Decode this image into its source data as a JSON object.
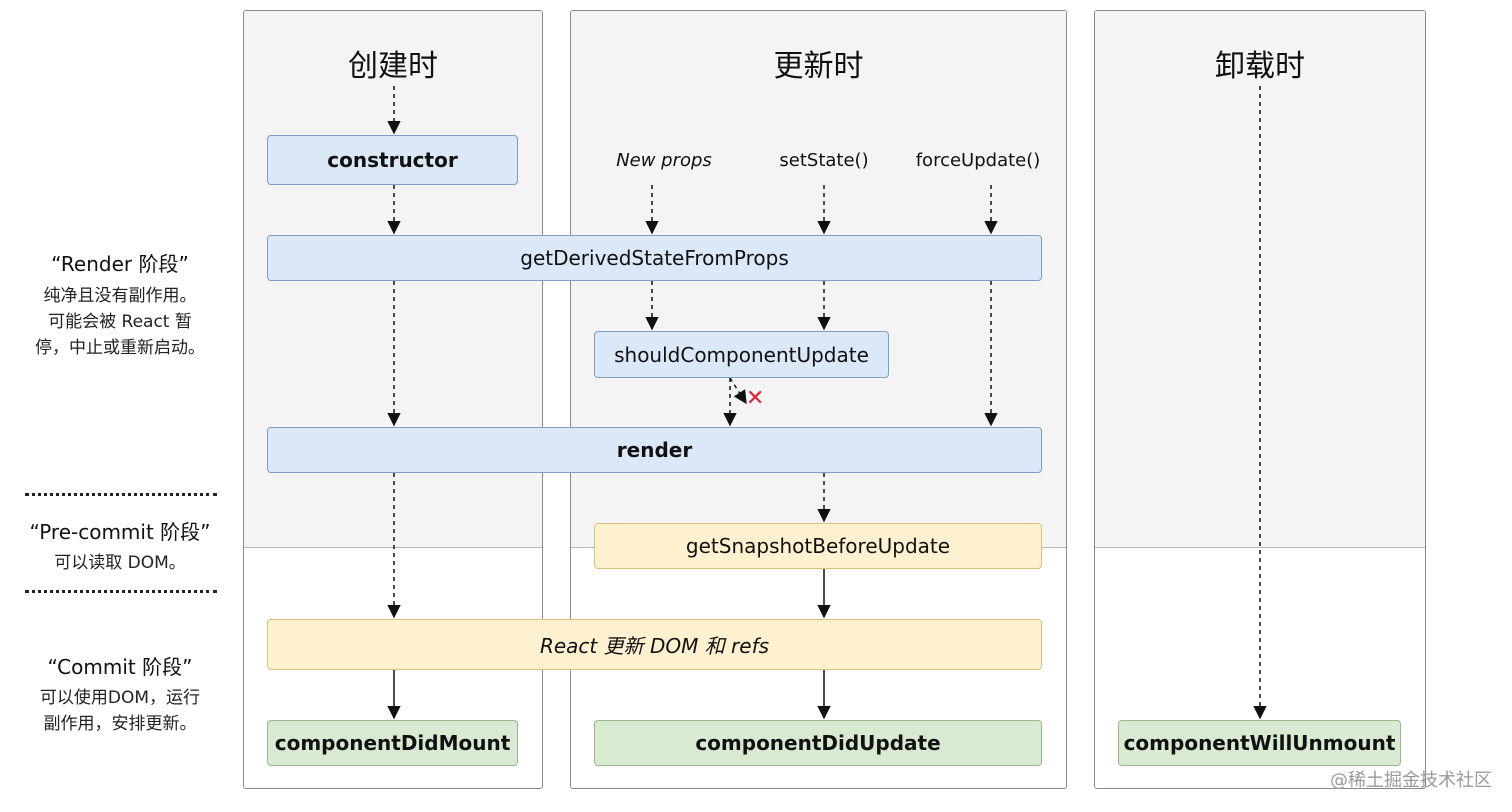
{
  "columns": {
    "mount": {
      "title": "创建时"
    },
    "update": {
      "title": "更新时"
    },
    "unmount": {
      "title": "卸载时"
    }
  },
  "triggers": {
    "new_props": "New props",
    "set_state": "setState()",
    "force_update": "forceUpdate()"
  },
  "boxes": {
    "constructor": "constructor",
    "get_derived_state": "getDerivedStateFromProps",
    "should_update": "shouldComponentUpdate",
    "render": "render",
    "get_snapshot": "getSnapshotBeforeUpdate",
    "react_updates": "React 更新 DOM 和 refs",
    "did_mount": "componentDidMount",
    "did_update": "componentDidUpdate",
    "will_unmount": "componentWillUnmount"
  },
  "phases": {
    "render": {
      "title": "“Render 阶段”",
      "line1": "纯净且没有副作用。",
      "line2": "可能会被 React 暂",
      "line3": "停，中止或重新启动。"
    },
    "precommit": {
      "title": "“Pre-commit 阶段”",
      "line1": "可以读取 DOM。"
    },
    "commit": {
      "title": "“Commit 阶段”",
      "line1": "可以使用DOM，运行",
      "line2": "副作用，安排更新。"
    }
  },
  "markers": {
    "skip": "✕"
  },
  "colors": {
    "blue_box": "#dbe8f7",
    "yellow_box": "#fdf1cf",
    "green_box": "#d9ead3",
    "skip_marker": "#e0202a"
  },
  "watermark": "@稀土掘金技术社区"
}
